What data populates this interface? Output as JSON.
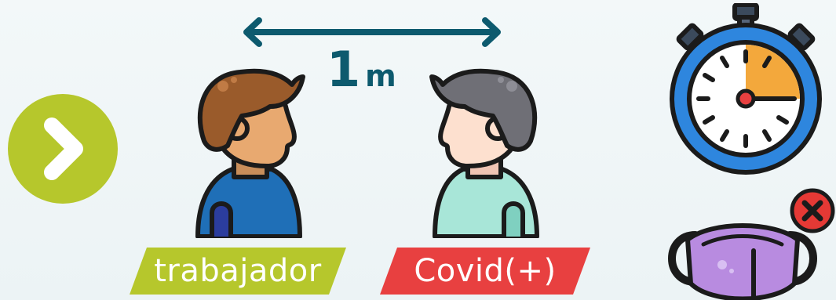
{
  "distance": {
    "value": "1",
    "unit": "m"
  },
  "persons": [
    {
      "label": "trabajador",
      "color": "#b6c72c"
    },
    {
      "label": "Covid(+)",
      "color": "#e84040"
    }
  ],
  "colors": {
    "arrow": "#0d5a6e",
    "next_button": "#b6c72c",
    "timer_ring": "#2e86de",
    "timer_segment": "#f3a83c",
    "mask": "#b88be0",
    "no_badge": "#e53935"
  },
  "icons": [
    "chevron-right-icon",
    "stopwatch-icon",
    "face-mask-icon",
    "close-icon",
    "double-arrow-icon"
  ]
}
